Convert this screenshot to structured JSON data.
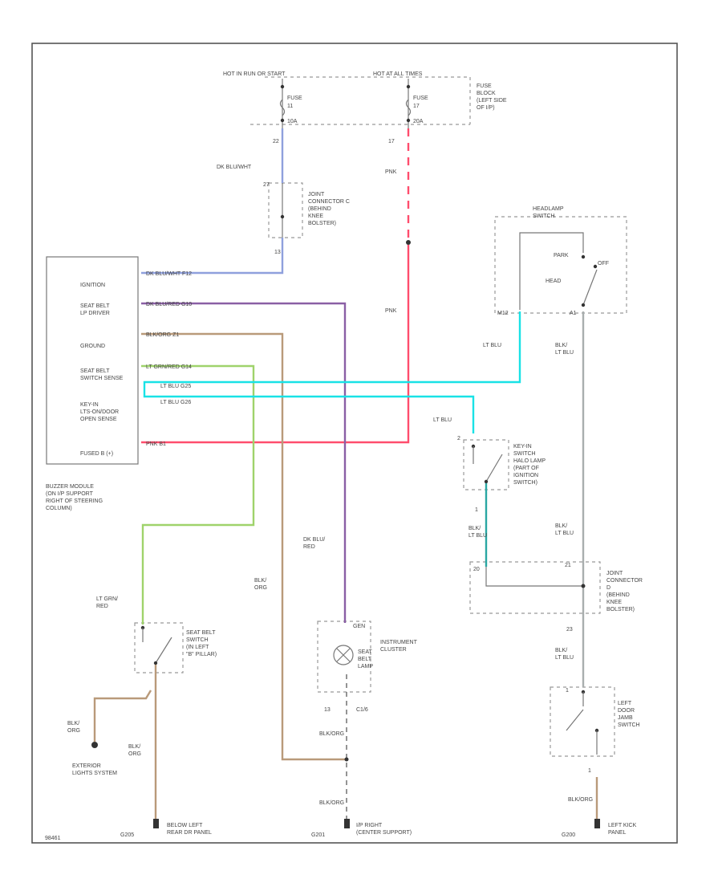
{
  "diagram": {
    "code": "98461",
    "colors": {
      "dk_blu_wht": "#8fa0dd",
      "pnk": "#ff4d6d",
      "dk_blu_red": "#8a5fa5",
      "blk_org": "#b99a7a",
      "lt_grn_red": "#9fd36b",
      "lt_blu": "#19e2e6",
      "blk_lt_blu": "#a9aeae",
      "teal": "#2aa7a3"
    },
    "fuse_block": {
      "hot_run_start": "HOT IN RUN OR START",
      "hot_all_times": "HOT AT ALL TIMES",
      "fuse_11_name": "FUSE",
      "fuse_11_num": "11",
      "fuse_11_rating": "10A",
      "fuse_17_name": "FUSE",
      "fuse_17_num": "17",
      "fuse_17_rating": "20A",
      "title": "FUSE\nBLOCK\n(LEFT SIDE\nOF I/P)",
      "pin_11": "22",
      "pin_17": "17"
    },
    "wires": {
      "dk_blu_wht": "DK BLU/WHT",
      "pnk": "PNK",
      "pnk_2": "PNK",
      "lt_blu": "LT BLU",
      "lt_blu_2": "LT BLU",
      "blk_lt_blu_1": "BLK/\nLT BLU",
      "blk_lt_blu_2": "BLK/\nLT BLU",
      "blk_lt_blu_3": "BLK/\nLT BLU",
      "blk_lt_blu_4": "BLK/\nLT BLU",
      "dk_blu_red": "DK BLU/\nRED",
      "blk_org": "BLK/\nORG",
      "lt_grn_red": "LT GRN/\nRED",
      "blk_org_ext": "BLK/\nORG",
      "blk_org_seat": "BLK/\nORG",
      "blk_org_1": "BLK/ORG",
      "blk_org_2": "BLK/ORG",
      "blk_org_3": "BLK/ORG"
    },
    "joint_c": {
      "title": "JOINT\nCONNECTOR C\n(BEHIND\nKNEE\nBOLSTER)",
      "pin_top": "27",
      "pin_bot": "13"
    },
    "joint_d": {
      "title": "JOINT\nCONNECTOR\nD\n(BEHIND\nKNEE\nBOLSTER)",
      "pin_left": "20",
      "pin_right": "21",
      "pin_bot": "23"
    },
    "headlamp_switch": {
      "title": "HEADLAMP\nSWITCH",
      "park": "PARK",
      "off": "OFF",
      "head": "HEAD",
      "pin_left": "M12",
      "pin_right": "A1"
    },
    "buzzer_module": {
      "rows": [
        "IGNITION",
        "SEAT BELT\nLP DRIVER",
        "GROUND",
        "SEAT BELT\nSWITCH SENSE",
        "KEY-IN\nLTS-ON/DOOR\nOPEN SENSE",
        "FUSED B (+)"
      ],
      "circuits": [
        "DK BLU/WHT  F12",
        "DK BLU/RED  G10",
        "BLK/ORG  Z1",
        "LT GRN/RED  G14",
        "LT BLU  G25",
        "LT BLU  G26",
        "PNK  B1"
      ],
      "title": "BUZZER MODULE\n(ON I/P SUPPORT\nRIGHT OF STEERING\nCOLUMN)"
    },
    "key_in_switch": {
      "title": "KEY-IN\nSWITCH\nHALO LAMP\n(PART OF\nIGNITION\nSWITCH)",
      "pin_top": "2",
      "pin_bot": "1"
    },
    "seat_belt_switch": {
      "title": "SEAT BELT\nSWITCH\n(IN LEFT\n\"B\" PILLAR)"
    },
    "instrument_cluster": {
      "title": "INSTRUMENT\nCLUSTER",
      "pin_top": "GEN",
      "lamp": "SEAT\nBELT\nLAMP",
      "pin_bot_left": "13",
      "pin_bot_right": "C1/6"
    },
    "door_switch": {
      "title": "LEFT\nDOOR\nJAMB\nSWITCH",
      "pin_top": "1",
      "pin_bot": "1"
    },
    "grounds": {
      "exterior": "EXTERIOR\nLIGHTS SYSTEM",
      "g205": "G205",
      "g205_label": "BELOW LEFT\nREAR DR PANEL",
      "g201": "G201",
      "g201_label": "I/P RIGHT\n(CENTER SUPPORT)",
      "g200": "G200",
      "g200_label": "LEFT KICK\nPANEL"
    }
  }
}
